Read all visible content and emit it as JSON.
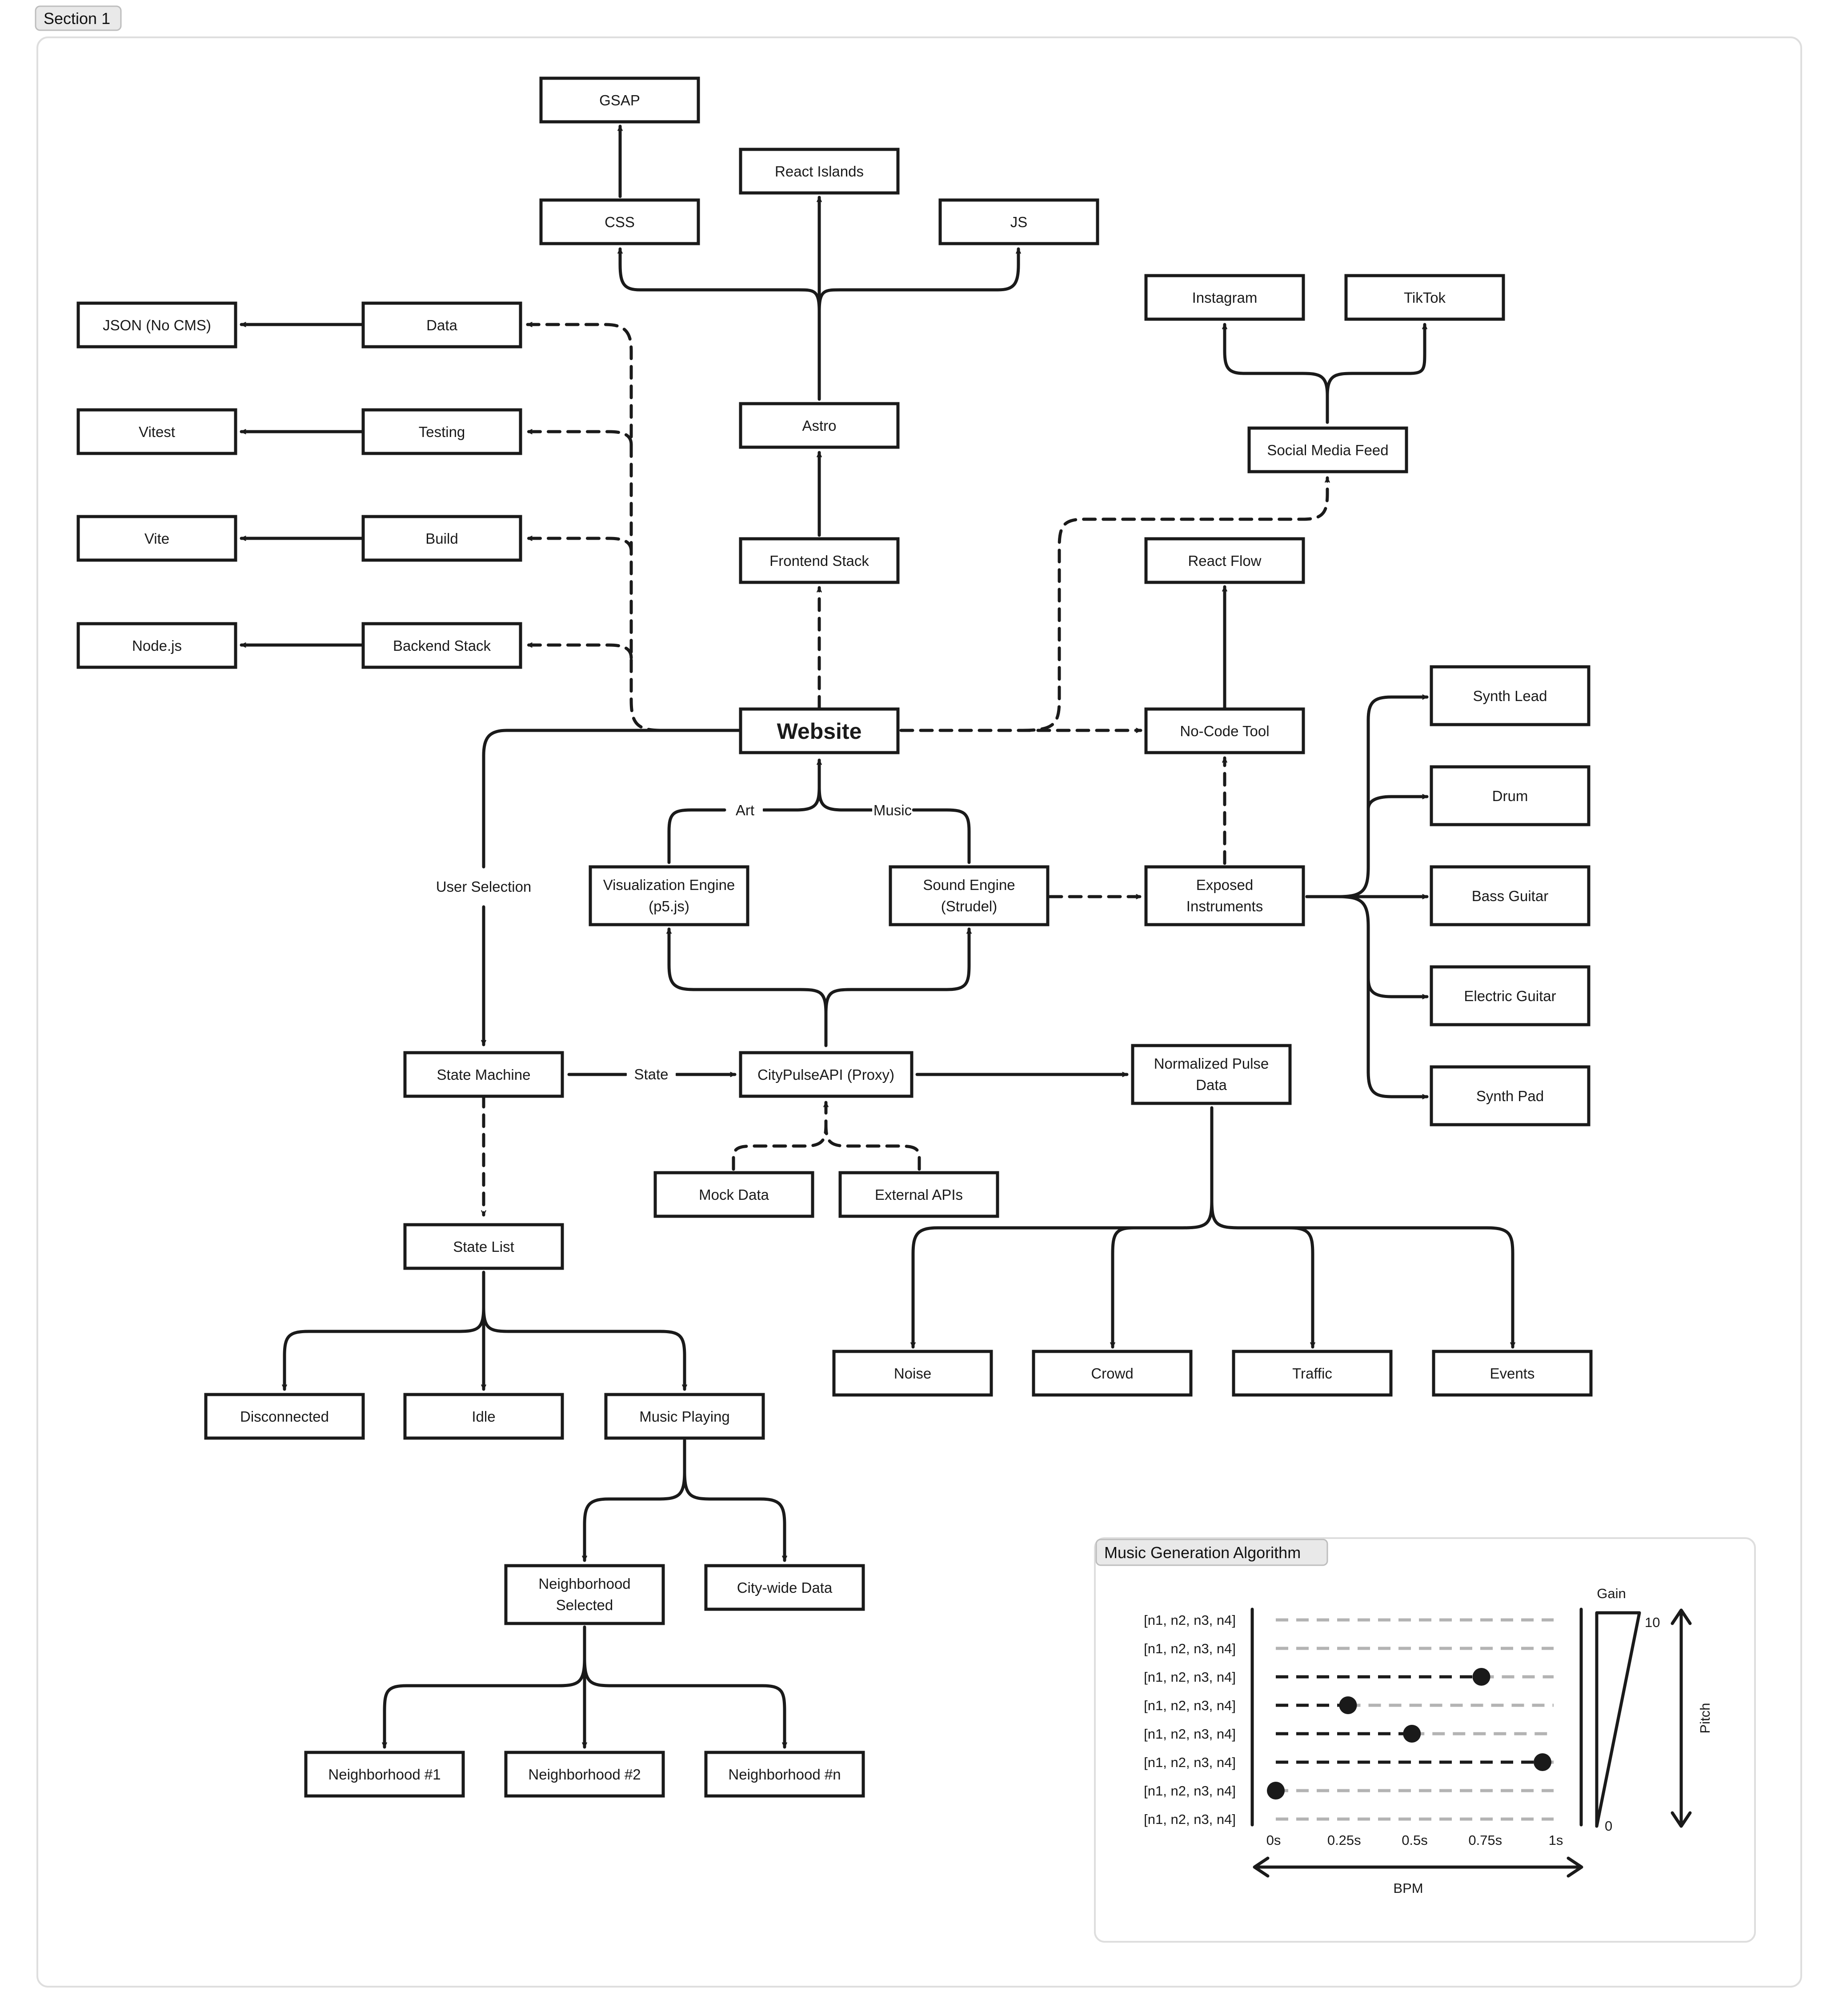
{
  "sections": {
    "main": "Section 1",
    "algorithm": "Music Generation Algorithm"
  },
  "nodes": {
    "gsap": "GSAP",
    "react_islands": "React Islands",
    "css": "CSS",
    "js": "JS",
    "instagram": "Instagram",
    "tiktok": "TikTok",
    "json_no_cms": "JSON (No CMS)",
    "data": "Data",
    "vitest": "Vitest",
    "testing": "Testing",
    "astro": "Astro",
    "social_media_feed": "Social Media Feed",
    "vite": "Vite",
    "build": "Build",
    "frontend_stack": "Frontend Stack",
    "react_flow": "React Flow",
    "nodejs": "Node.js",
    "backend_stack": "Backend Stack",
    "website": "Website",
    "no_code_tool": "No-Code Tool",
    "synth_lead": "Synth Lead",
    "drum": "Drum",
    "viz_engine": [
      "Visualization Engine",
      "(p5.js)"
    ],
    "sound_engine": [
      "Sound Engine",
      "(Strudel)"
    ],
    "exposed_instruments": [
      "Exposed",
      "Instruments"
    ],
    "bass_guitar": "Bass Guitar",
    "electric_guitar": "Electric Guitar",
    "state_machine": "State Machine",
    "citypulse_api": "CityPulseAPI (Proxy)",
    "normalized_pulse": [
      "Normalized Pulse",
      "Data"
    ],
    "synth_pad": "Synth Pad",
    "mock_data": "Mock Data",
    "external_apis": "External APIs",
    "state_list": "State List",
    "noise": "Noise",
    "crowd": "Crowd",
    "traffic": "Traffic",
    "events": "Events",
    "disconnected": "Disconnected",
    "idle": "Idle",
    "music_playing": "Music Playing",
    "neighborhood_selected": [
      "Neighborhood",
      "Selected"
    ],
    "citywide_data": "City-wide Data",
    "neighborhood_1": "Neighborhood #1",
    "neighborhood_2": "Neighborhood #2",
    "neighborhood_n": "Neighborhood #n"
  },
  "edge_labels": {
    "art": "Art",
    "music": "Music",
    "user_selection": "User Selection",
    "state": "State"
  },
  "algorithm": {
    "row_label": "[n1, n2, n3, n4]",
    "rows": [
      {
        "label": "[n1, n2, n3, n4]",
        "note_time": null
      },
      {
        "label": "[n1, n2, n3, n4]",
        "note_time": null
      },
      {
        "label": "[n1, n2, n3, n4]",
        "note_time": 0.74
      },
      {
        "label": "[n1, n2, n3, n4]",
        "note_time": 0.26
      },
      {
        "label": "[n1, n2, n3, n4]",
        "note_time": 0.49
      },
      {
        "label": "[n1, n2, n3, n4]",
        "note_time": 0.96
      },
      {
        "label": "[n1, n2, n3, n4]",
        "note_time": 0.0
      },
      {
        "label": "[n1, n2, n3, n4]",
        "note_time": null
      }
    ],
    "time_ticks": [
      "0s",
      "0.25s",
      "0.5s",
      "0.75s",
      "1s"
    ],
    "x_axis_label": "BPM",
    "gain_label": "Gain",
    "gain_max": "10",
    "gain_min": "0",
    "pitch_label": "Pitch"
  }
}
